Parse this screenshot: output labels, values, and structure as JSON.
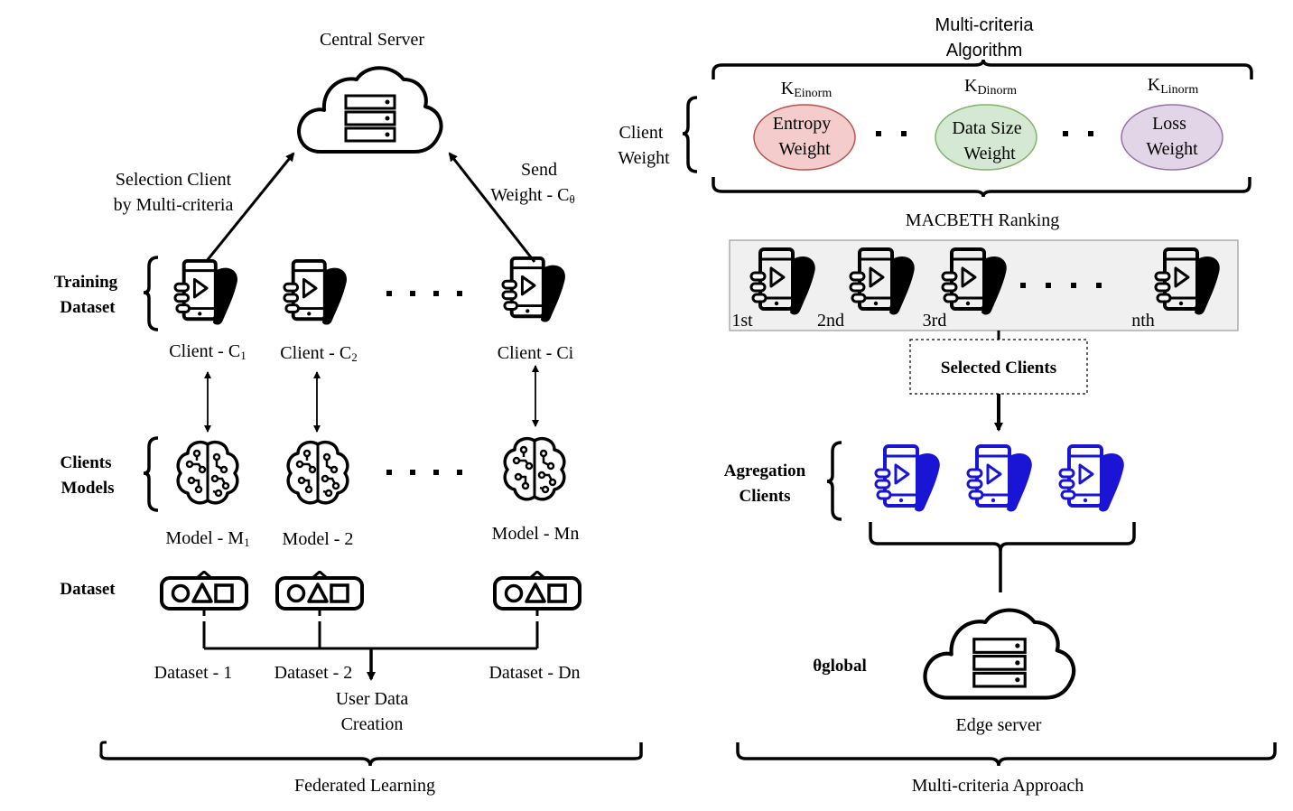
{
  "left": {
    "server_label": "Central Server",
    "select_line1": "Selection Client",
    "select_line2": "by Multi-criteria",
    "send_line1": "Send",
    "send_line2": "Weight - C",
    "send_sub": "θ",
    "row_training_1": "Training",
    "row_training_2": "Dataset",
    "row_models_1": "Clients",
    "row_models_2": "Models",
    "row_dataset": "Dataset",
    "client1": "Client - C",
    "client1_sub": "1",
    "client2": "Client - C",
    "client2_sub": "2",
    "clienti": "Client - Ci",
    "model1": "Model - M",
    "model1_sub": "1",
    "model2": "Model - 2",
    "modeln": "Model - Mn",
    "dataset1": "Dataset - 1",
    "dataset2": "Dataset - 2",
    "datasetn": "Dataset - Dn",
    "creation_1": "User Data",
    "creation_2": "Creation",
    "section": "Federated Learning"
  },
  "right": {
    "algo_1": "Multi-criteria",
    "algo_2": "Algorithm",
    "cw_1": "Client",
    "cw_2": "Weight",
    "k_e": "K",
    "k_e_sub": "Einorm",
    "k_d": "K",
    "k_d_sub": "Dinorm",
    "k_l": "K",
    "k_l_sub": "Linorm",
    "entropy_1": "Entropy",
    "entropy_2": "Weight",
    "datasize_1": "Data Size",
    "datasize_2": "Weight",
    "loss_1": "Loss",
    "loss_2": "Weight",
    "ranking_label": "MACBETH Ranking",
    "rank1": "1st",
    "rank2": "2nd",
    "rank3": "3rd",
    "rankn": "nth",
    "selected": "Selected Clients",
    "agg_1": "Agregation",
    "agg_2": "Clients",
    "theta": "θglobal",
    "edge": "Edge server",
    "section": "Multi-criteria Approach"
  },
  "colors": {
    "entropy_fill": "#f4cccc",
    "entropy_stroke": "#b85450",
    "datasize_fill": "#d5e8d4",
    "datasize_stroke": "#82b366",
    "loss_fill": "#e1d5e7",
    "loss_stroke": "#9673a6",
    "ranking_bg": "#f0f0f0",
    "agg_phone": "#1a14d4"
  },
  "icons": [
    "cloud-server-icon",
    "phone-hand-icon",
    "brain-circuit-icon",
    "dataset-shapes-icon"
  ]
}
